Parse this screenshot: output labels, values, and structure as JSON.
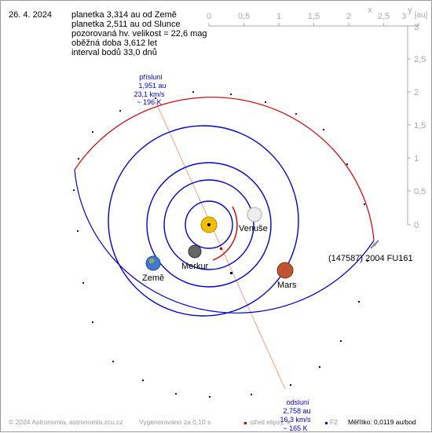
{
  "date": "26. 4. 2024",
  "info": {
    "lines": [
      "planetka 3,314 au od Země",
      "planetka 2,511 au od Slunce",
      "pozorovaná hv. velikost = 22,6 mag",
      "oběžná doba 3,612 let",
      "interval bodů 33,0 dnů"
    ]
  },
  "scale": {
    "unit_label": "[au]",
    "x_ticks": [
      "0",
      "0,5",
      "1",
      "1,5",
      "2",
      "2,5",
      "3"
    ],
    "y_ticks": [
      "3",
      "2,5",
      "2",
      "1,5",
      "1",
      "0,5",
      "0"
    ],
    "x_axis_letter": "x",
    "y_axis_letter": "y"
  },
  "perihelion": {
    "lines": [
      "přísluní",
      "1,951 au",
      "23,1 km/s",
      "~ 196 K"
    ]
  },
  "aphelion": {
    "lines": [
      "odsluní",
      "2,758 au",
      "16,3 km/s",
      "~ 165 K"
    ]
  },
  "bodies": {
    "venus": "Venuše",
    "mercury": "Merkur",
    "earth": "Země",
    "mars": "Mars",
    "asteroid": "(147587) 2004 FU161"
  },
  "footer": {
    "copyright": "© 2024 Astronomia, astronomia.zcu.cz",
    "generated": "Vygenerováno za 0,10 s",
    "legend_center": "střed elipsy, o",
    "legend_f2": "F2",
    "scale": "Měřítko: 0,0119 au/bod"
  },
  "colors": {
    "earth_orbit": "#0000cc",
    "asteroid_orbit": "#cc0000",
    "mars_orbit": "#cc0000",
    "apsis_line": "#f0a080",
    "label_blue": "#0000cc",
    "axis_gray": "#aaaaaa"
  }
}
